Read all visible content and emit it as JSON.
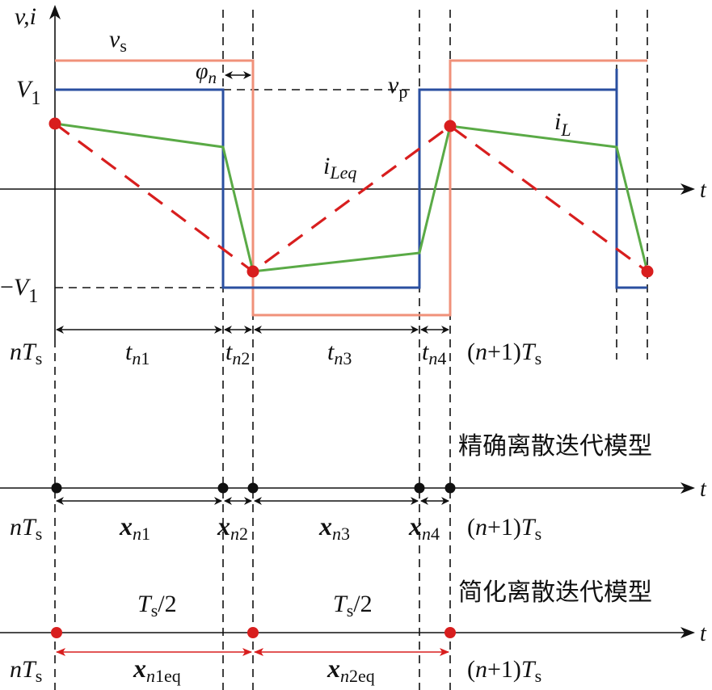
{
  "colors": {
    "vs": "#f0917a",
    "vp": "#2a4fa0",
    "iL": "#5aaa46",
    "iLeq": "#d81e1e",
    "axis": "#111111",
    "dashed": "#111111"
  },
  "axes": {
    "y_label_v": "v",
    "y_label_comma": ",",
    "y_label_i": "i",
    "t_label": "t"
  },
  "waveforms": {
    "vs": {
      "label": "v",
      "sub": "s"
    },
    "vp": {
      "label": "v",
      "sub": "p"
    },
    "iL": {
      "label": "i",
      "sub": "L"
    },
    "iLeq": {
      "label": "i",
      "sub": "Leq"
    },
    "phi": {
      "label": "φ",
      "sub": "n"
    },
    "V1_pos": {
      "label": "V",
      "sub": "1"
    },
    "V1_neg": {
      "prefix": "−",
      "label": "V",
      "sub": "1"
    }
  },
  "timing": {
    "start": {
      "n": "n",
      "T": "T",
      "sub": "s"
    },
    "end": {
      "prefix": "(",
      "n": "n",
      "mid": "+1)",
      "T": "T",
      "sub": "s"
    },
    "intervals": [
      {
        "label": "t",
        "sub": "n1"
      },
      {
        "label": "t",
        "sub": "n2"
      },
      {
        "label": "t",
        "sub": "n3"
      },
      {
        "label": "t",
        "sub": "n4"
      }
    ]
  },
  "exact_model": {
    "title": "精确离散迭代模型",
    "states": [
      {
        "label": "x",
        "sub": "n1"
      },
      {
        "label": "x",
        "sub": "n2"
      },
      {
        "label": "x",
        "sub": "n3"
      },
      {
        "label": "x",
        "sub": "n4"
      }
    ]
  },
  "simplified_model": {
    "title": "简化离散迭代模型",
    "half_periods": [
      {
        "T": "T",
        "sub": "s",
        "rest": "/2"
      },
      {
        "T": "T",
        "sub": "s",
        "rest": "/2"
      }
    ],
    "states": [
      {
        "label": "x",
        "sub": "n1eq"
      },
      {
        "label": "x",
        "sub": "n2eq"
      }
    ]
  }
}
